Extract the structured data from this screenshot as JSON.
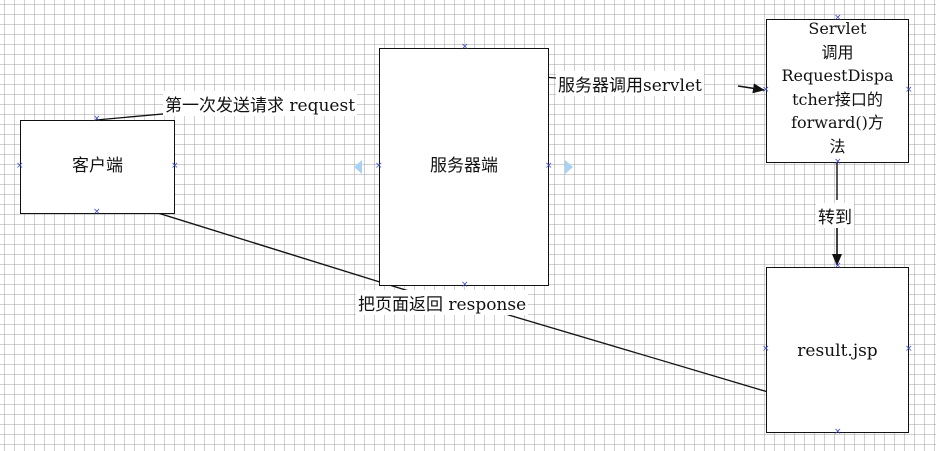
{
  "nodes": {
    "client": "客户端",
    "server": "服务器端",
    "servlet": [
      "Servlet",
      "调用",
      "RequestDispa",
      "tcher接口的",
      "forward()方",
      "法"
    ],
    "result": "result.jsp"
  },
  "edges": {
    "request": "第一次发送请求 request",
    "call_servlet": "服务器调用servlet",
    "forward_to": "转到",
    "response": "把页面返回 response"
  },
  "colors": {
    "line": "#111111",
    "handle": "#3a4cc9",
    "resize_arrow": "#a9d3f3"
  }
}
